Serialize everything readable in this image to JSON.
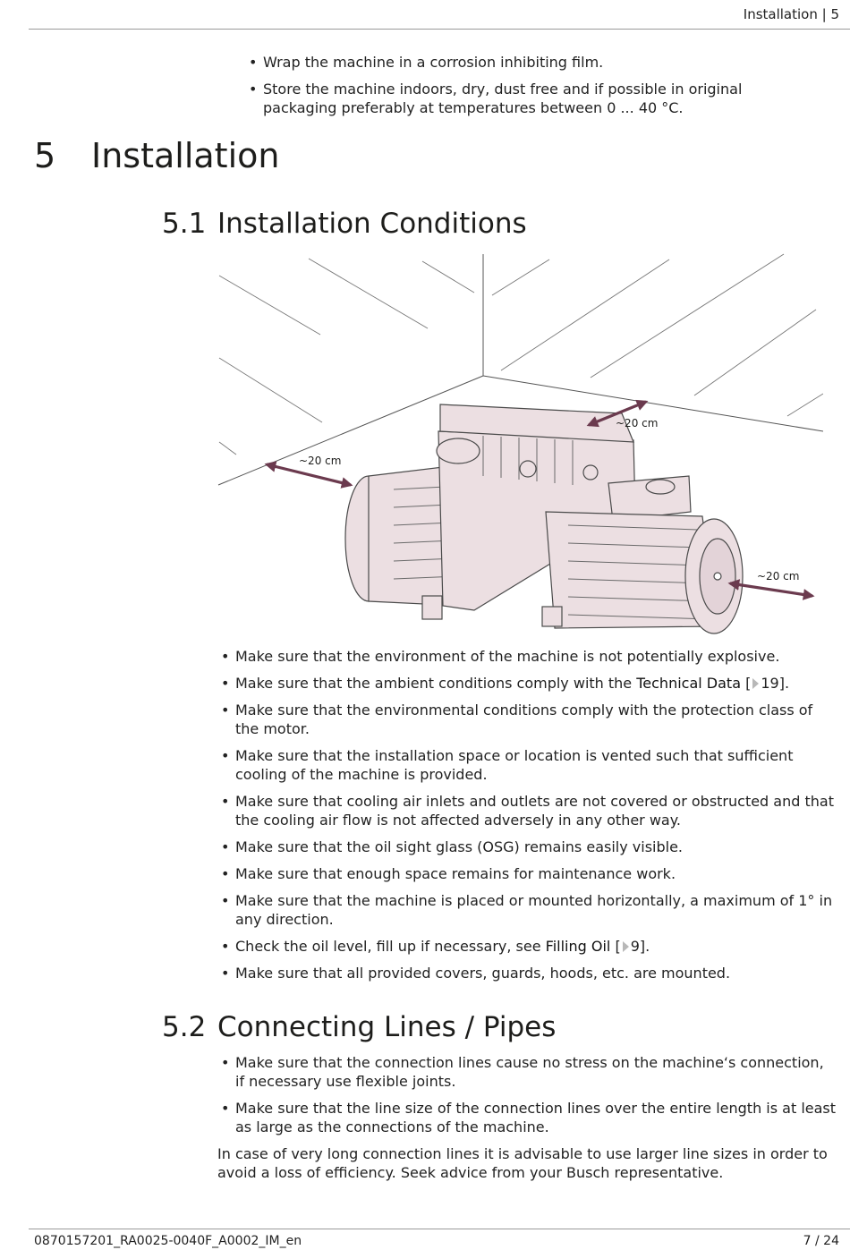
{
  "header": {
    "text": "Installation | 5"
  },
  "storage_bullets": [
    "Wrap the machine in a corrosion inhibiting film.",
    "Store the machine indoors, dry, dust free and if possible in original packaging preferably at temperatures between 0 ... 40 °C."
  ],
  "chapter": {
    "number": "5",
    "title": "Installation"
  },
  "section_5_1": {
    "number": "5.1",
    "title": "Installation Conditions",
    "figure_labels": {
      "left": "~20 cm",
      "back": "~20 cm",
      "right": "~20 cm"
    },
    "bullets": [
      {
        "text": "Make sure that the environment of the machine is not potentially explosive."
      },
      {
        "pre": "Make sure that the ambient conditions comply with the ",
        "link": "Technical Data",
        "page": "19",
        "post": "."
      },
      {
        "text": "Make sure that the environmental conditions comply with the protection class of the motor."
      },
      {
        "text": "Make sure that the installation space or location is vented such that sufficient cooling of the machine is provided."
      },
      {
        "text": "Make sure that cooling air inlets and outlets are not covered or obstructed and that the cooling air flow is not affected adversely in any other way."
      },
      {
        "text": "Make sure that the oil sight glass (OSG) remains easily visible."
      },
      {
        "text": "Make sure that enough space remains for maintenance work."
      },
      {
        "text": "Make sure that the machine is placed or mounted horizontally, a maximum of 1° in any direction."
      },
      {
        "pre": "Check the oil level, fill up if necessary, see ",
        "link": "Filling Oil",
        "page": "9",
        "post": "."
      },
      {
        "text": "Make sure that all provided covers, guards, hoods, etc. are mounted."
      }
    ]
  },
  "section_5_2": {
    "number": "5.2",
    "title": "Connecting Lines / Pipes",
    "bullets": [
      "Make sure that the connection lines cause no stress on the machine‘s connection, if necessary use flexible joints.",
      "Make sure that the line size of the connection lines over the entire length is at least as large as the connections of the machine."
    ],
    "paragraph": "In case of very long connection lines it is advisable to use larger line sizes in order to avoid a loss of efficiency. Seek advice from your Busch representative."
  },
  "footer": {
    "doc_id": "0870157201_RA0025-0040F_A0002_IM_en",
    "page": "7 / 24"
  },
  "colors": {
    "arrow": "#6b3a4e",
    "machine_fill": "#ecdfe2",
    "machine_stroke": "#4a4a4a"
  }
}
